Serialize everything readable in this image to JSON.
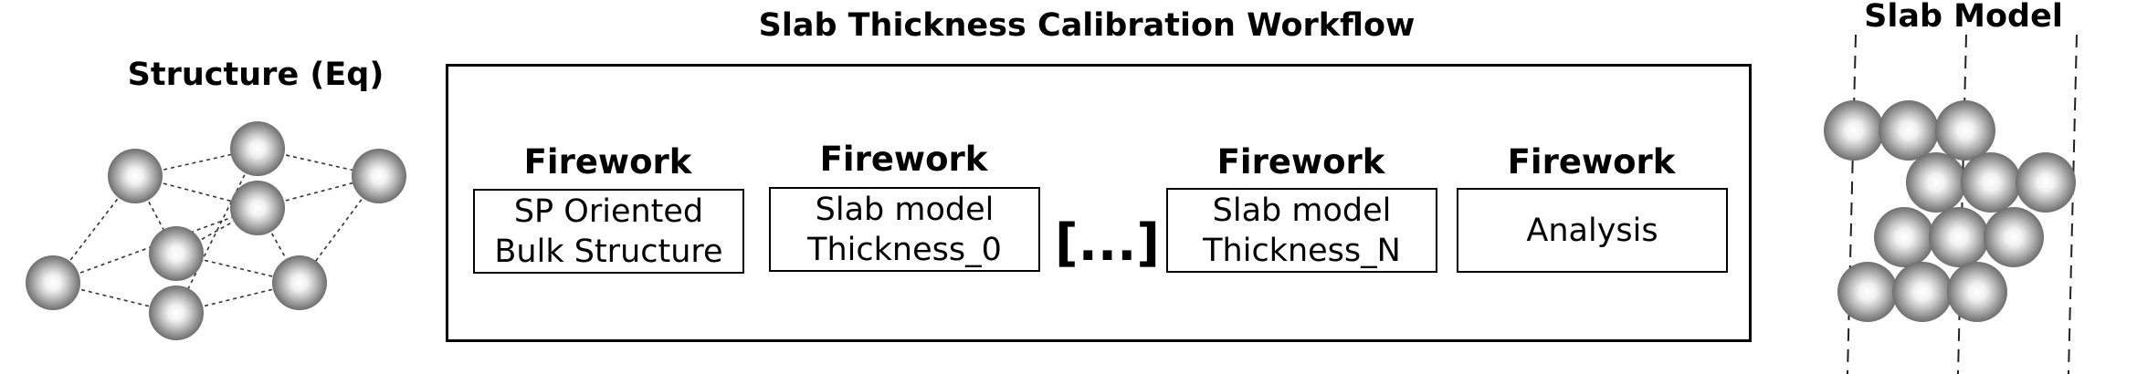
{
  "structure_panel": {
    "title": "Structure (Eq)"
  },
  "workflow": {
    "title": "Slab Thickness Calibration Workflow",
    "fireworks": [
      {
        "header": "Firework",
        "lines": [
          "SP Oriented",
          "Bulk Structure"
        ]
      },
      {
        "header": "Firework",
        "lines": [
          "Slab model",
          "Thickness_0"
        ]
      },
      {
        "header": "Firework",
        "lines": [
          "Slab model",
          "Thickness_N"
        ]
      },
      {
        "header": "Firework",
        "lines": [
          "Analysis"
        ]
      }
    ],
    "ellipsis": "[...]"
  },
  "slab_panel": {
    "title": "Slab Model"
  },
  "colors": {
    "atom_light": "#ffffff",
    "atom_mid": "#bdbdbd",
    "atom_dark": "#6e6e6e",
    "line": "#000000"
  }
}
